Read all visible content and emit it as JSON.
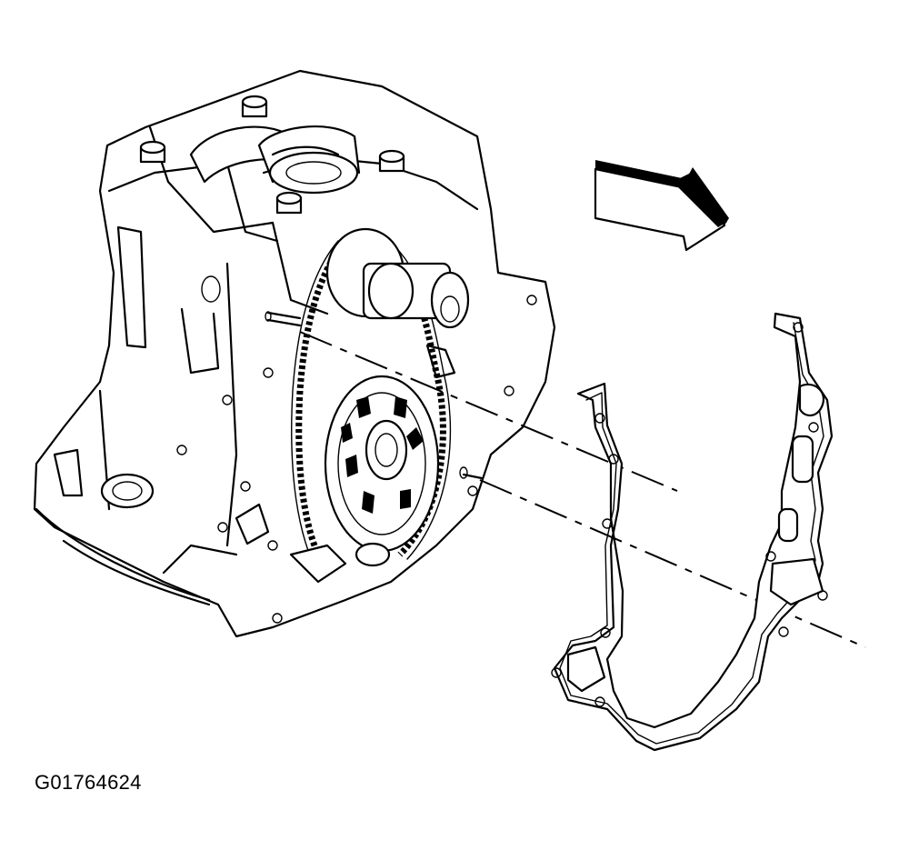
{
  "figure": {
    "id_label": "G01764624"
  },
  "colors": {
    "line": "#000000",
    "background": "#ffffff"
  },
  "parts": [
    "engine-block",
    "timing-chain",
    "crankshaft-sprocket",
    "camshaft-sprocket",
    "timing-cover-gasket",
    "direction-arrow"
  ]
}
